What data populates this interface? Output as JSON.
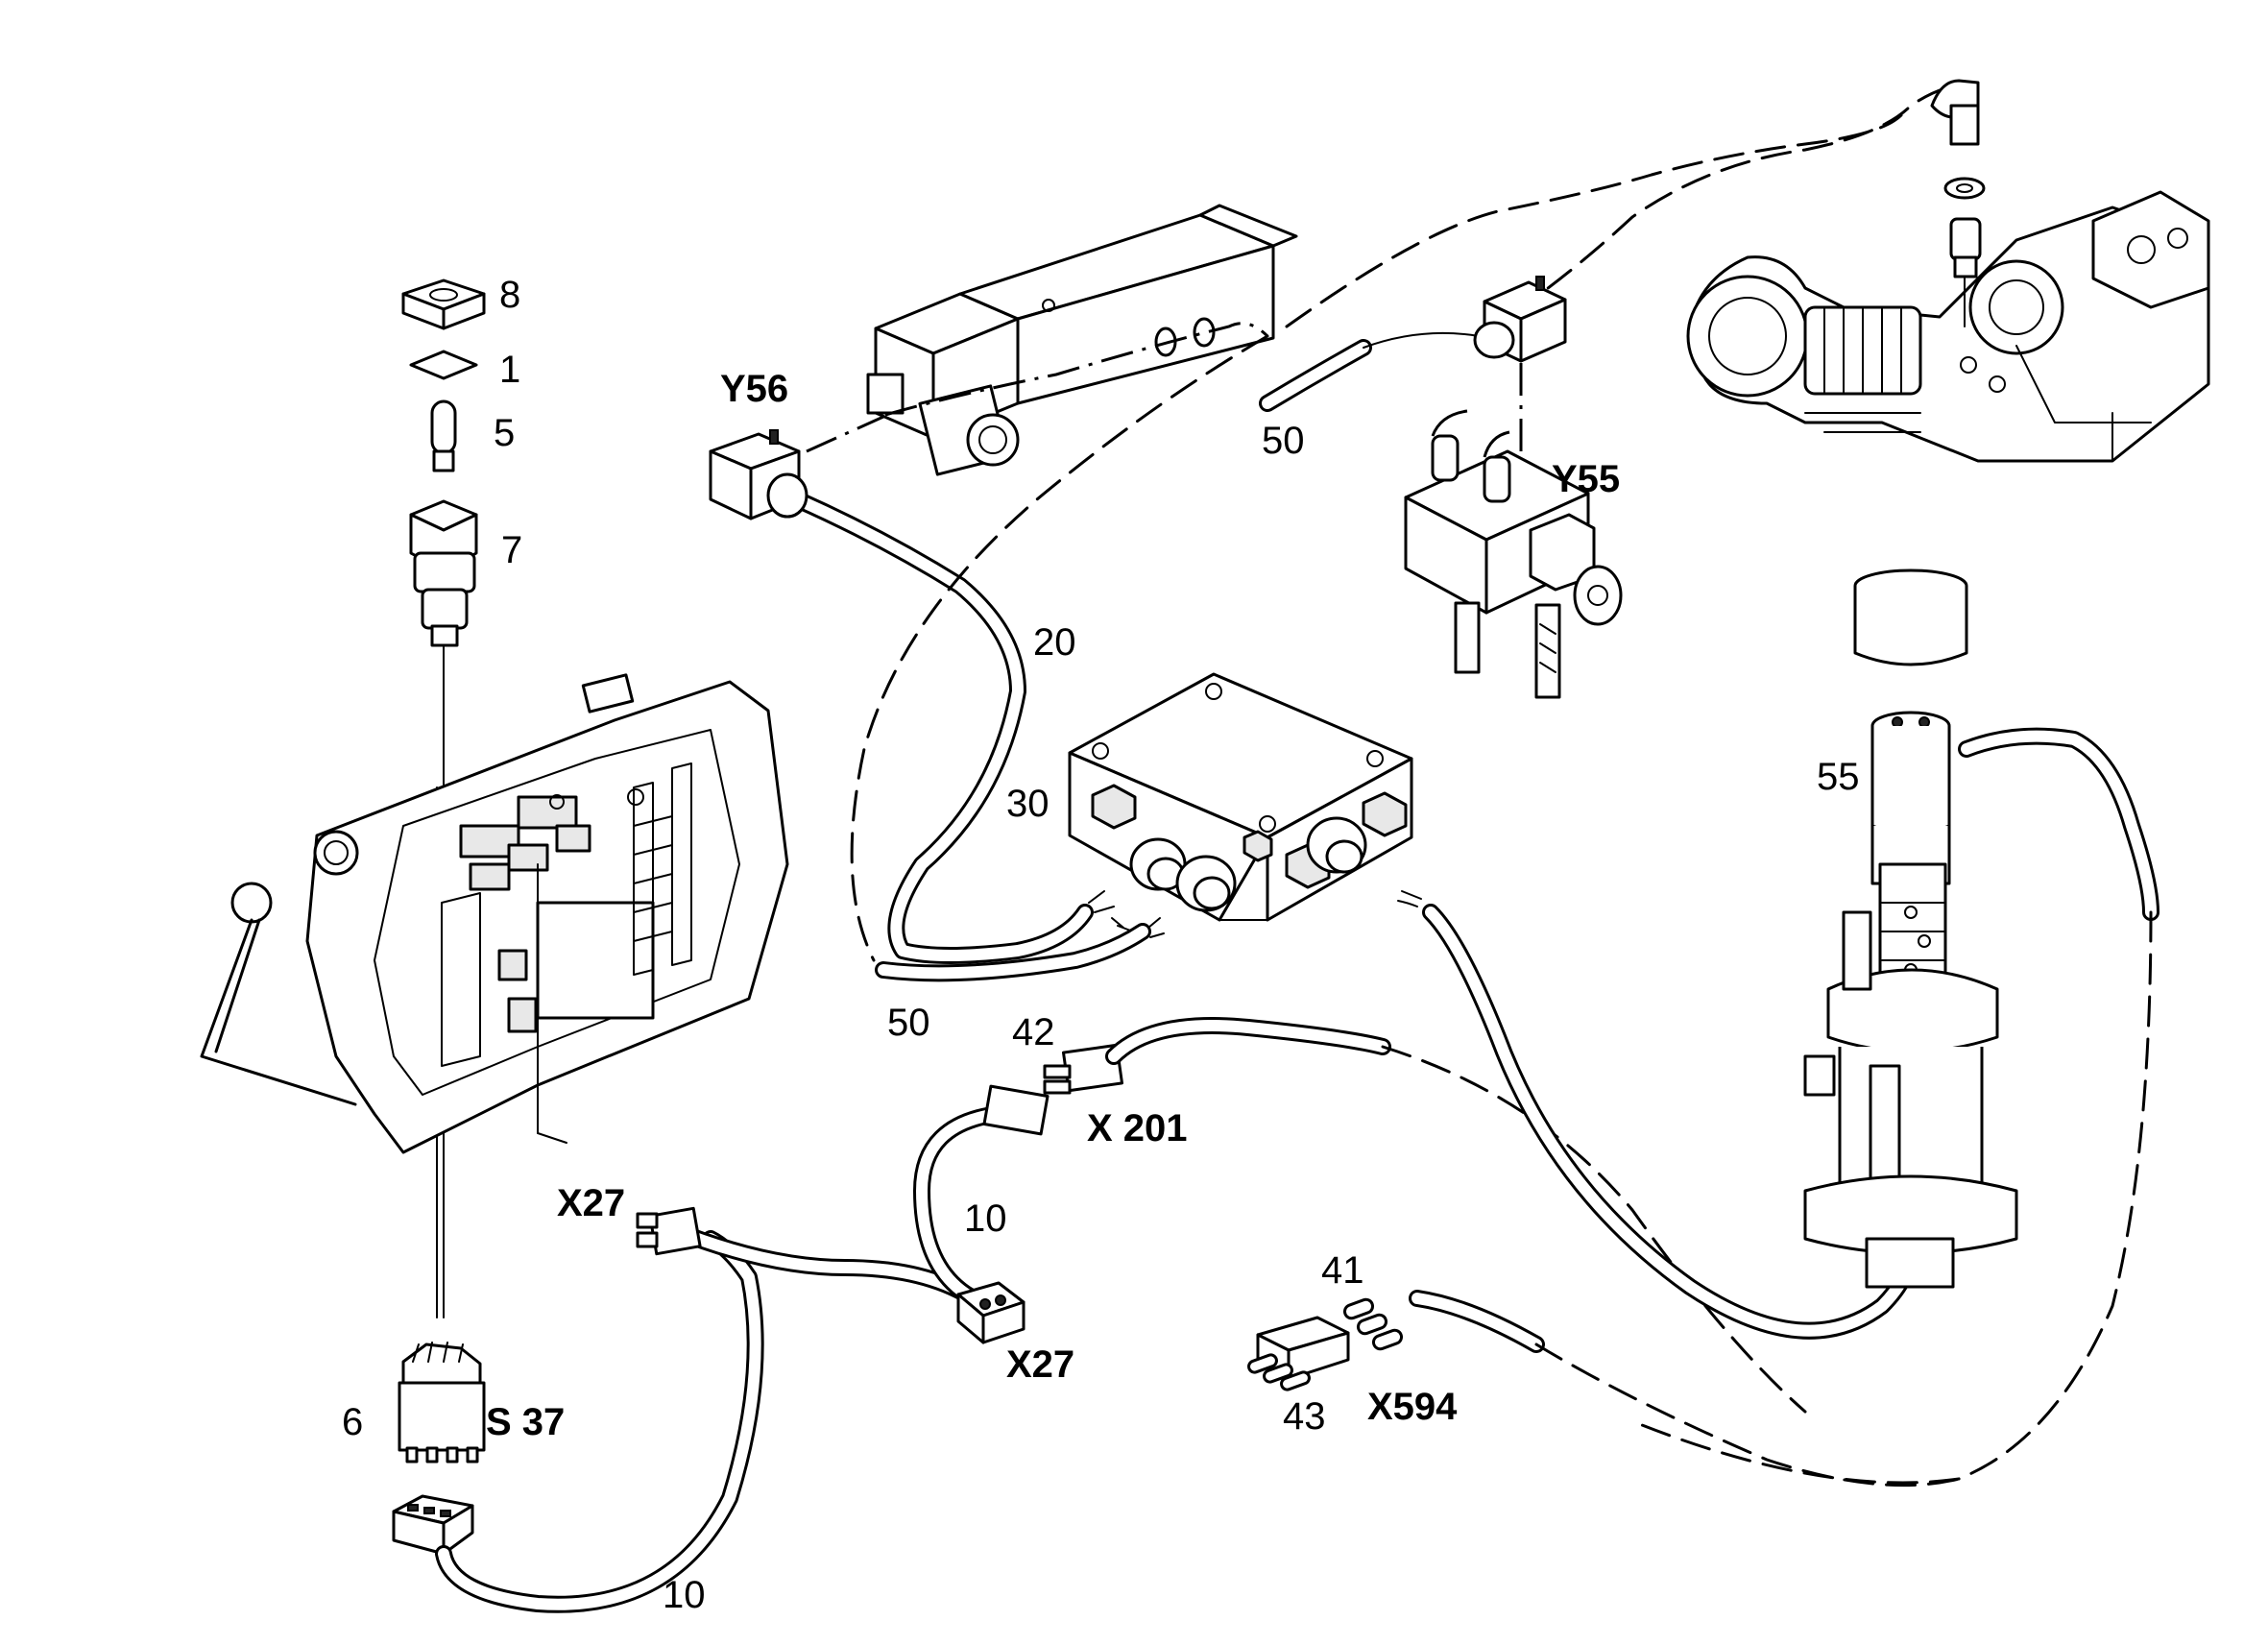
{
  "callouts": {
    "p8": "8",
    "p1": "1",
    "p5": "5",
    "p7": "7",
    "p6": "6",
    "p10a": "10",
    "p10b": "10",
    "p20": "20",
    "p30": "30",
    "p41": "41",
    "p42": "42",
    "p43": "43",
    "p50a": "50",
    "p50b": "50",
    "p55": "55"
  },
  "connectors": {
    "y56": "Y56",
    "y55": "Y55",
    "x27a": "X27",
    "x27b": "X27",
    "x201": "X 201",
    "x594": "X594",
    "s37": "S 37"
  }
}
